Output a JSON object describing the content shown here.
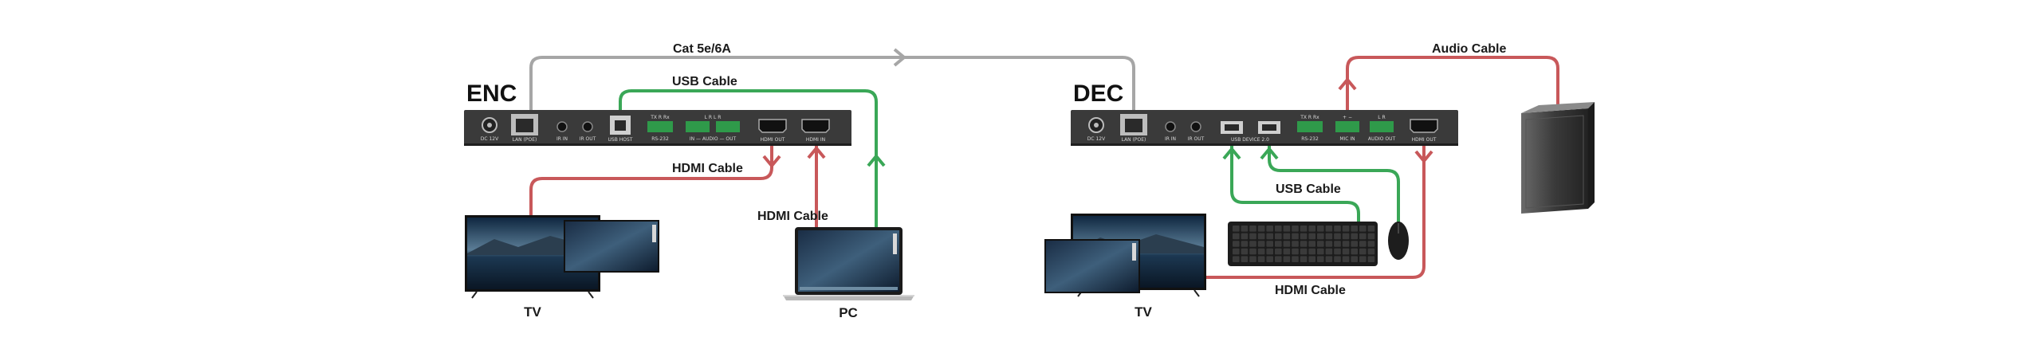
{
  "devices": {
    "encoder": {
      "title": "ENC"
    },
    "decoder": {
      "title": "DEC"
    }
  },
  "encoder_ports": {
    "dc": "DC 12V",
    "lan": "LAN (POE)",
    "ir_in": "IR IN",
    "ir_out": "IR OUT",
    "usb_host": "USB HOST",
    "rs232_top": "TX  R  Rx",
    "rs232": "RS-232",
    "audio_top": "L  R     L  R",
    "audio": "IN — AUDIO — OUT",
    "hdmi_out": "HDMI OUT",
    "hdmi_in": "HDMI IN"
  },
  "decoder_ports": {
    "dc": "DC 12V",
    "lan": "LAN (POE)",
    "ir_in": "IR IN",
    "ir_out": "IR OUT",
    "usb_device": "USB DEVICE 2.0",
    "rs232_top": "TX  R  Rx",
    "rs232": "RS-232",
    "mic_top": "+  −",
    "mic": "MIC IN",
    "audio_top": "L  R",
    "audio": "AUDIO OUT",
    "hdmi_out": "HDMI OUT"
  },
  "cables": {
    "cat": "Cat  5e/6A",
    "usb_enc": "USB Cable",
    "hdmi_enc_tv": "HDMI Cable",
    "hdmi_enc_pc": "HDMI Cable",
    "audio": "Audio Cable",
    "usb_dec": "USB Cable",
    "hdmi_dec": "HDMI Cable"
  },
  "captions": {
    "tv_left": "TV",
    "pc": "PC",
    "tv_right": "TV"
  },
  "colors": {
    "cat_cable": "#a6a6a6",
    "usb_cable": "#3aa757",
    "hdmi_cable": "#c8585a",
    "panel": "#3a3a3a"
  }
}
